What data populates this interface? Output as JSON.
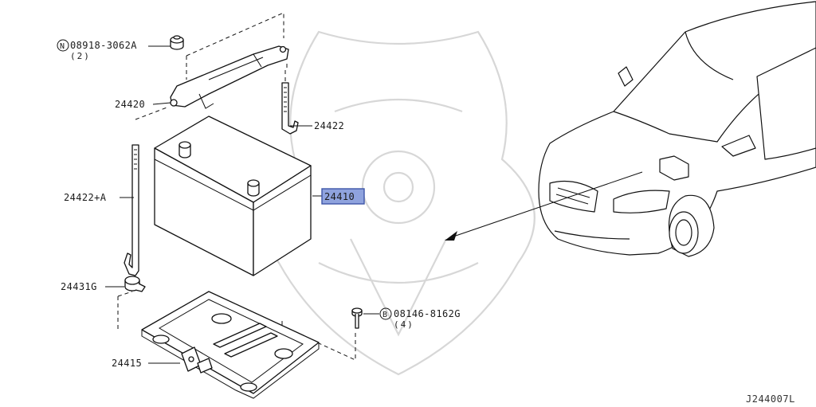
{
  "parts": {
    "nut_code": "08918-3062A",
    "nut_prefix": "N",
    "nut_qty": "(2)",
    "bolt_code": "08146-8162G",
    "bolt_prefix": "B",
    "bolt_qty": "(4)",
    "frame": "24420",
    "rod_right": "24422",
    "rod_left": "24422+A",
    "battery": "24410",
    "terminal_clamp": "24431G",
    "tray": "24415"
  },
  "diagram_ref": "J244007L",
  "colors": {
    "highlight_fill": "#8fa3de",
    "highlight_border": "#3d55a8",
    "line": "#111111"
  }
}
